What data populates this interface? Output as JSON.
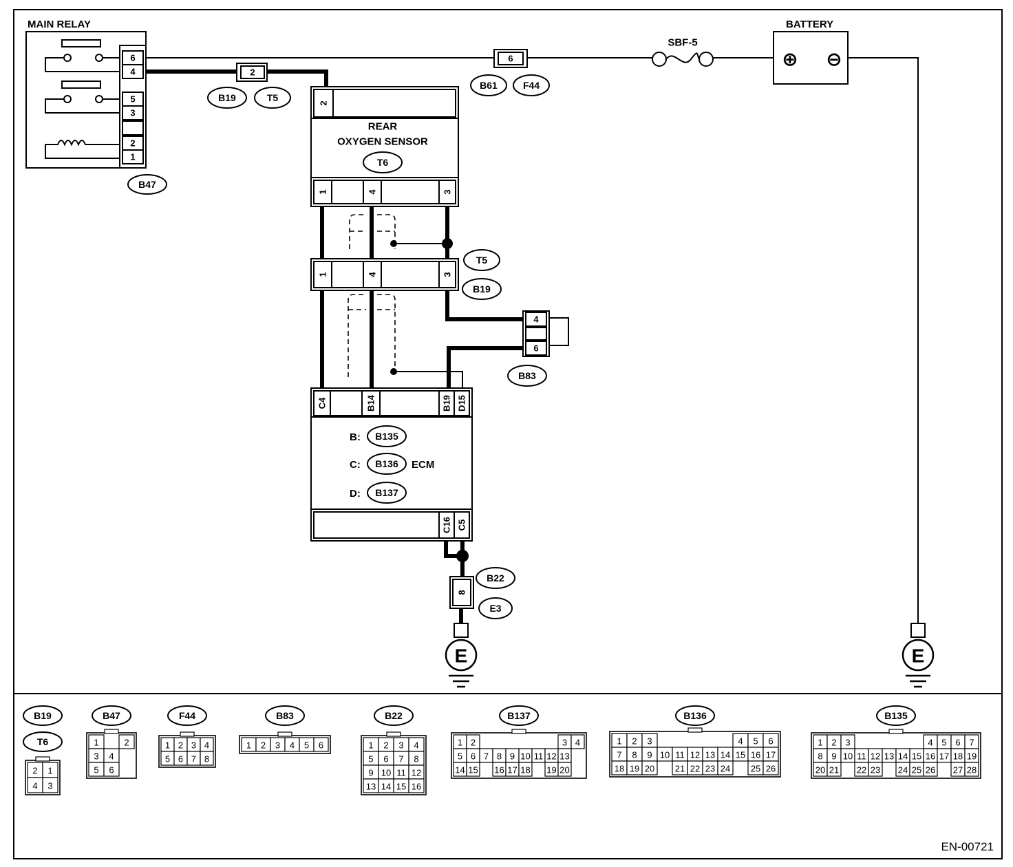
{
  "diagram": {
    "doc_code": "EN-00721",
    "main_relay": {
      "title": "MAIN RELAY",
      "connector": "B47",
      "pins": [
        "6",
        "4",
        "5",
        "3",
        "2",
        "1"
      ]
    },
    "battery": {
      "title": "BATTERY",
      "plus": "⊕",
      "minus": "⊖"
    },
    "fuse": {
      "label": "SBF-5"
    },
    "inline_b19_t5": {
      "pin": "2",
      "tags": [
        "B19",
        "T5"
      ]
    },
    "inline_b61_f44": {
      "pin": "6",
      "tags": [
        "B61",
        "F44"
      ]
    },
    "rear_o2": {
      "title1": "REAR",
      "title2": "OXYGEN SENSOR",
      "tag": "T6",
      "top_pin": "2",
      "bottom_pins": [
        "1",
        "4",
        "3"
      ]
    },
    "joint_conn": {
      "pins": [
        "1",
        "4",
        "3"
      ],
      "tags": [
        "T5",
        "B19"
      ]
    },
    "b83": {
      "pins": [
        "4",
        "6"
      ],
      "tag": "B83"
    },
    "ecm": {
      "title": "ECM",
      "top_pins": [
        "C4",
        "B14",
        "B19",
        "D15"
      ],
      "bottom_pins": [
        "C16",
        "C5"
      ],
      "rows": [
        {
          "prefix": "B:",
          "tag": "B135"
        },
        {
          "prefix": "C:",
          "tag": "B136"
        },
        {
          "prefix": "D:",
          "tag": "B137"
        }
      ]
    },
    "ground_inline": {
      "pin": "8",
      "tags": [
        "B22",
        "E3"
      ]
    },
    "ground_symbol": "E"
  },
  "connectors": {
    "b19_t6": {
      "tags": [
        "B19",
        "T6"
      ],
      "rows": [
        [
          "2",
          "1"
        ],
        [
          "4",
          "3"
        ]
      ]
    },
    "b47": {
      "tag": "B47",
      "rows": [
        [
          "1",
          "",
          "2"
        ],
        [
          "3",
          "4"
        ],
        [
          "5",
          "6"
        ]
      ]
    },
    "f44": {
      "tag": "F44",
      "rows": [
        [
          "1",
          "2",
          "3",
          "4"
        ],
        [
          "5",
          "6",
          "7",
          "8"
        ]
      ]
    },
    "b83": {
      "tag": "B83",
      "rows": [
        [
          "1",
          "2",
          "3",
          "4",
          "5",
          "6"
        ]
      ]
    },
    "b22": {
      "tag": "B22",
      "rows": [
        [
          "1",
          "2",
          "3",
          "4"
        ],
        [
          "5",
          "6",
          "7",
          "8"
        ],
        [
          "9",
          "10",
          "11",
          "12"
        ],
        [
          "13",
          "14",
          "15",
          "16"
        ]
      ]
    },
    "b137": {
      "tag": "B137",
      "rows": [
        [
          "1",
          "2",
          "",
          "",
          "",
          "",
          "",
          "",
          "3",
          "4"
        ],
        [
          "5",
          "6",
          "7",
          "8",
          "9",
          "10",
          "11",
          "12",
          "13"
        ],
        [
          "14",
          "15",
          "",
          "16",
          "17",
          "18",
          "",
          "19",
          "20"
        ]
      ]
    },
    "b136": {
      "tag": "B136",
      "rows": [
        [
          "1",
          "2",
          "3",
          "",
          "",
          "",
          "",
          "",
          "4",
          "5",
          "6"
        ],
        [
          "7",
          "8",
          "9",
          "10",
          "11",
          "12",
          "13",
          "14",
          "15",
          "16",
          "17"
        ],
        [
          "18",
          "19",
          "20",
          "",
          "21",
          "22",
          "23",
          "24",
          "",
          "25",
          "26"
        ]
      ]
    },
    "b135": {
      "tag": "B135",
      "rows": [
        [
          "1",
          "2",
          "3",
          "",
          "",
          "",
          "",
          "",
          "4",
          "5",
          "6",
          "7"
        ],
        [
          "8",
          "9",
          "10",
          "11",
          "12",
          "13",
          "14",
          "15",
          "16",
          "17",
          "18",
          "19"
        ],
        [
          "20",
          "21",
          "",
          "22",
          "23",
          "",
          "24",
          "25",
          "26",
          "",
          "27",
          "28"
        ]
      ]
    }
  }
}
